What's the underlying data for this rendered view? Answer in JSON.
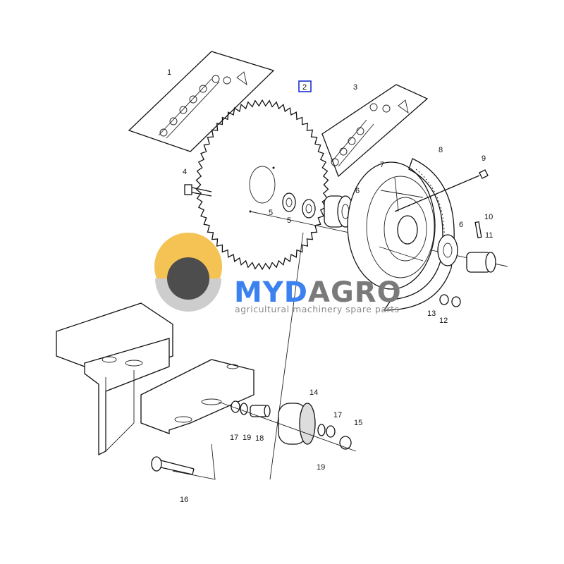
{
  "diagram": {
    "callouts": [
      {
        "id": "1",
        "text": "1"
      },
      {
        "id": "2",
        "text": "2",
        "highlighted": true
      },
      {
        "id": "3",
        "text": "3"
      },
      {
        "id": "4",
        "text": "4"
      },
      {
        "id": "5a",
        "text": "5"
      },
      {
        "id": "5b",
        "text": "5"
      },
      {
        "id": "6a",
        "text": "6"
      },
      {
        "id": "6b",
        "text": "6"
      },
      {
        "id": "7",
        "text": "7"
      },
      {
        "id": "8",
        "text": "8"
      },
      {
        "id": "9",
        "text": "9"
      },
      {
        "id": "10",
        "text": "10"
      },
      {
        "id": "11",
        "text": "11"
      },
      {
        "id": "12",
        "text": "12"
      },
      {
        "id": "13",
        "text": "13"
      },
      {
        "id": "14",
        "text": "14"
      },
      {
        "id": "15",
        "text": "15"
      },
      {
        "id": "16",
        "text": "16"
      },
      {
        "id": "17a",
        "text": "17"
      },
      {
        "id": "17b",
        "text": "17"
      },
      {
        "id": "18",
        "text": "18"
      },
      {
        "id": "19a",
        "text": "19"
      },
      {
        "id": "19b",
        "text": "19"
      }
    ],
    "highlight_color": "#1a2fd0"
  },
  "watermark": {
    "brand_part1": "MYD",
    "brand_part2": "AGRO",
    "tagline": "agricultural machinery spare parts",
    "color_blue": "#3b82f0",
    "color_gray": "#7a7a7a",
    "color_sun": "#f2b01e"
  }
}
